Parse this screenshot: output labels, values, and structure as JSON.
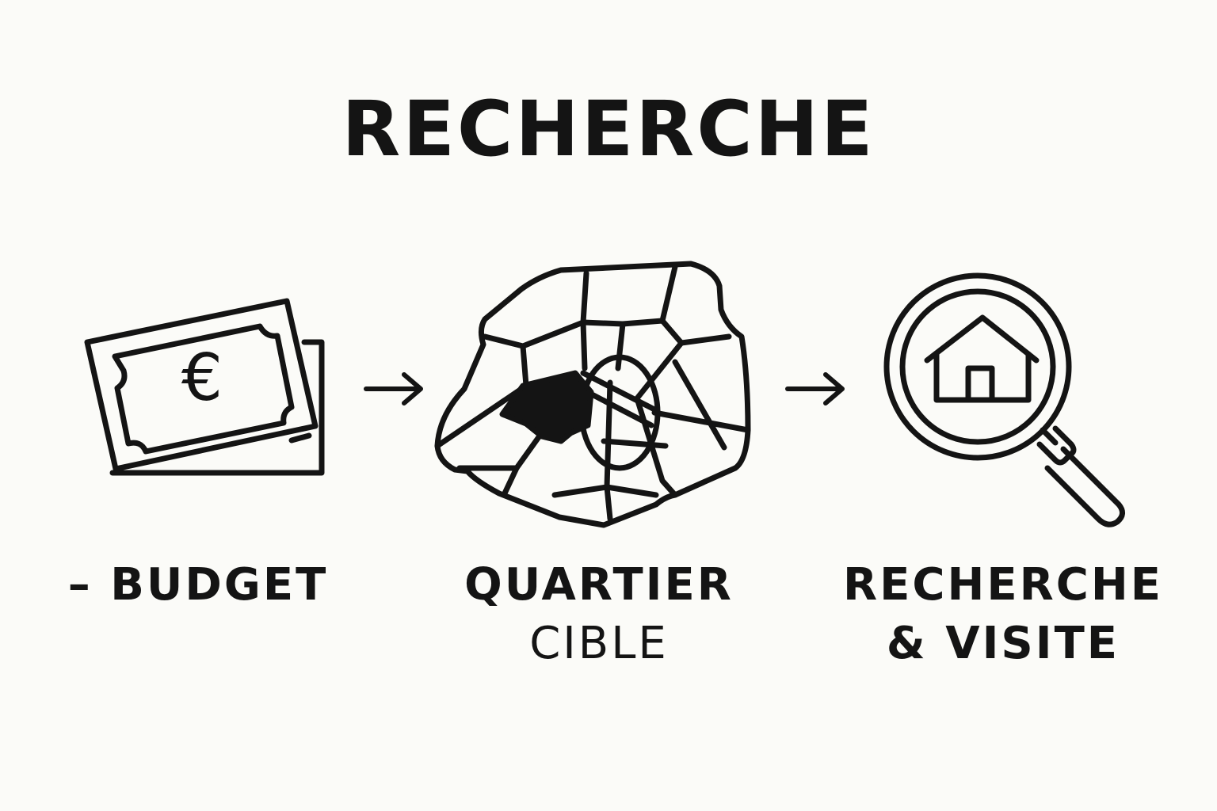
{
  "title": "RECHERCHE",
  "steps": [
    {
      "icon": "banknote-euro-icon",
      "lines": [
        "– BUDGET"
      ]
    },
    {
      "icon": "city-map-icon",
      "lines": [
        "QUARTIER",
        "CIBLE"
      ]
    },
    {
      "icon": "magnifier-house-icon",
      "lines": [
        "RECHERCHE",
        "& VISITE"
      ]
    }
  ],
  "banknote_symbol": "€",
  "arrows": [
    "arrow-right-icon",
    "arrow-right-icon"
  ],
  "colors": {
    "ink": "#141414",
    "background": "#fbfbf8"
  }
}
